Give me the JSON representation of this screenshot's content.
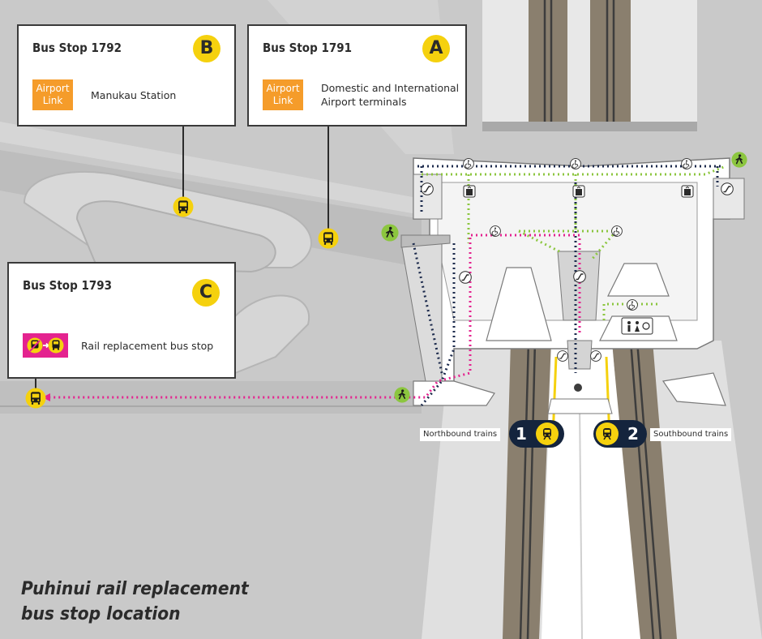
{
  "title": {
    "line1": "Puhinui rail replacement",
    "line2": "bus stop location"
  },
  "stops": [
    {
      "letter": "B",
      "name": "Bus Stop 1792",
      "tag_line1": "Airport",
      "tag_line2": "Link",
      "destination_line1": "Manukau Station",
      "destination_line2": ""
    },
    {
      "letter": "A",
      "name": "Bus Stop 1791",
      "tag_line1": "Airport",
      "tag_line2": "Link",
      "destination_line1": "Domestic and International",
      "destination_line2": "Airport terminals"
    },
    {
      "letter": "C",
      "name": "Bus Stop 1793",
      "destination_line1": "Rail replacement bus stop"
    }
  ],
  "platforms": {
    "northbound": {
      "number": "1",
      "label": "Northbound trains"
    },
    "southbound": {
      "number": "2",
      "label": "Southbound trains"
    }
  },
  "colors": {
    "background": "#c9c9c9",
    "road": "#bdbdbd",
    "bus_yellow": "#f5d10e",
    "airport_link_orange": "#f59c2a",
    "rail_replacement_magenta": "#e4238f",
    "walk_green": "#8cc63f",
    "platform_navy": "#14243d",
    "track_brown": "#8a7f6e"
  },
  "icons": [
    "bus-stop-icon",
    "walking-icon",
    "train-icon",
    "rail-to-bus-icon",
    "accessible-icon",
    "toilets-icon",
    "lift-icon",
    "escalator-icon"
  ]
}
